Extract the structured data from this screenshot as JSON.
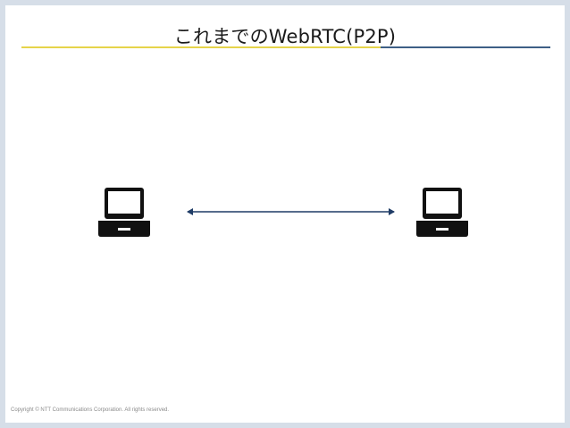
{
  "slide": {
    "title": "これまでのWebRTC(P2P)",
    "footer": "Copyright © NTT Communications Corporation. All rights reserved."
  },
  "diagram": {
    "nodes": [
      {
        "id": "left-laptop",
        "icon": "laptop-icon"
      },
      {
        "id": "right-laptop",
        "icon": "laptop-icon"
      }
    ],
    "edges": [
      {
        "from": "left-laptop",
        "to": "right-laptop",
        "direction": "bidirectional"
      }
    ]
  },
  "colors": {
    "background": "#d6dee8",
    "title_rule_left": "#e6d44a",
    "title_rule_right": "#3e5f86",
    "arrow": "#1f3c66",
    "laptop": "#111111"
  }
}
